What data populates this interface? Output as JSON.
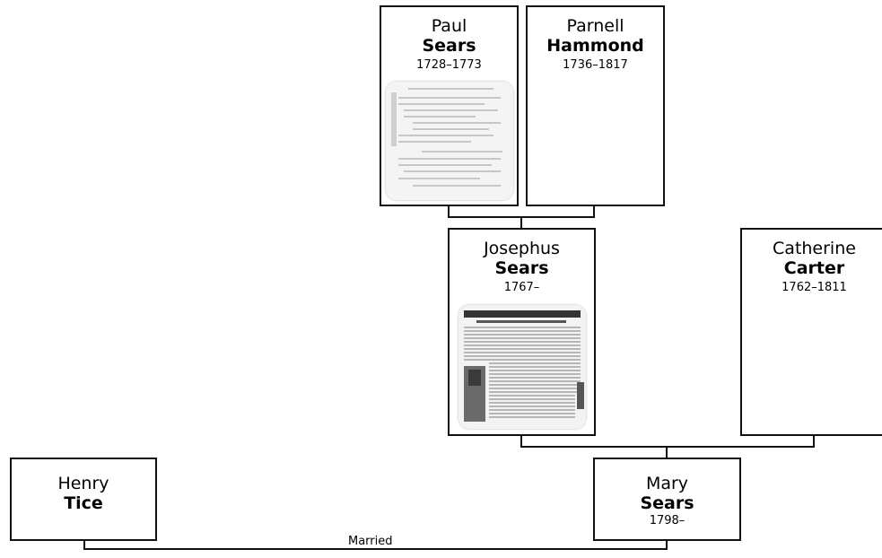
{
  "people": {
    "paul": {
      "given": "Paul",
      "surname": "Sears",
      "dates": "1728–1773",
      "photo": "document-scan"
    },
    "parnell": {
      "given": "Parnell",
      "surname": "Hammond",
      "dates": "1736–1817"
    },
    "josephus": {
      "given": "Josephus",
      "surname": "Sears",
      "dates": "1767–",
      "photo": "newspaper-clipping"
    },
    "catherine": {
      "given": "Catherine",
      "surname": "Carter",
      "dates": "1762–1811"
    },
    "henry": {
      "given": "Henry",
      "surname": "Tice"
    },
    "mary": {
      "given": "Mary",
      "surname": "Sears",
      "dates": "1798–"
    }
  },
  "relationships": {
    "henry_mary": "Married"
  }
}
